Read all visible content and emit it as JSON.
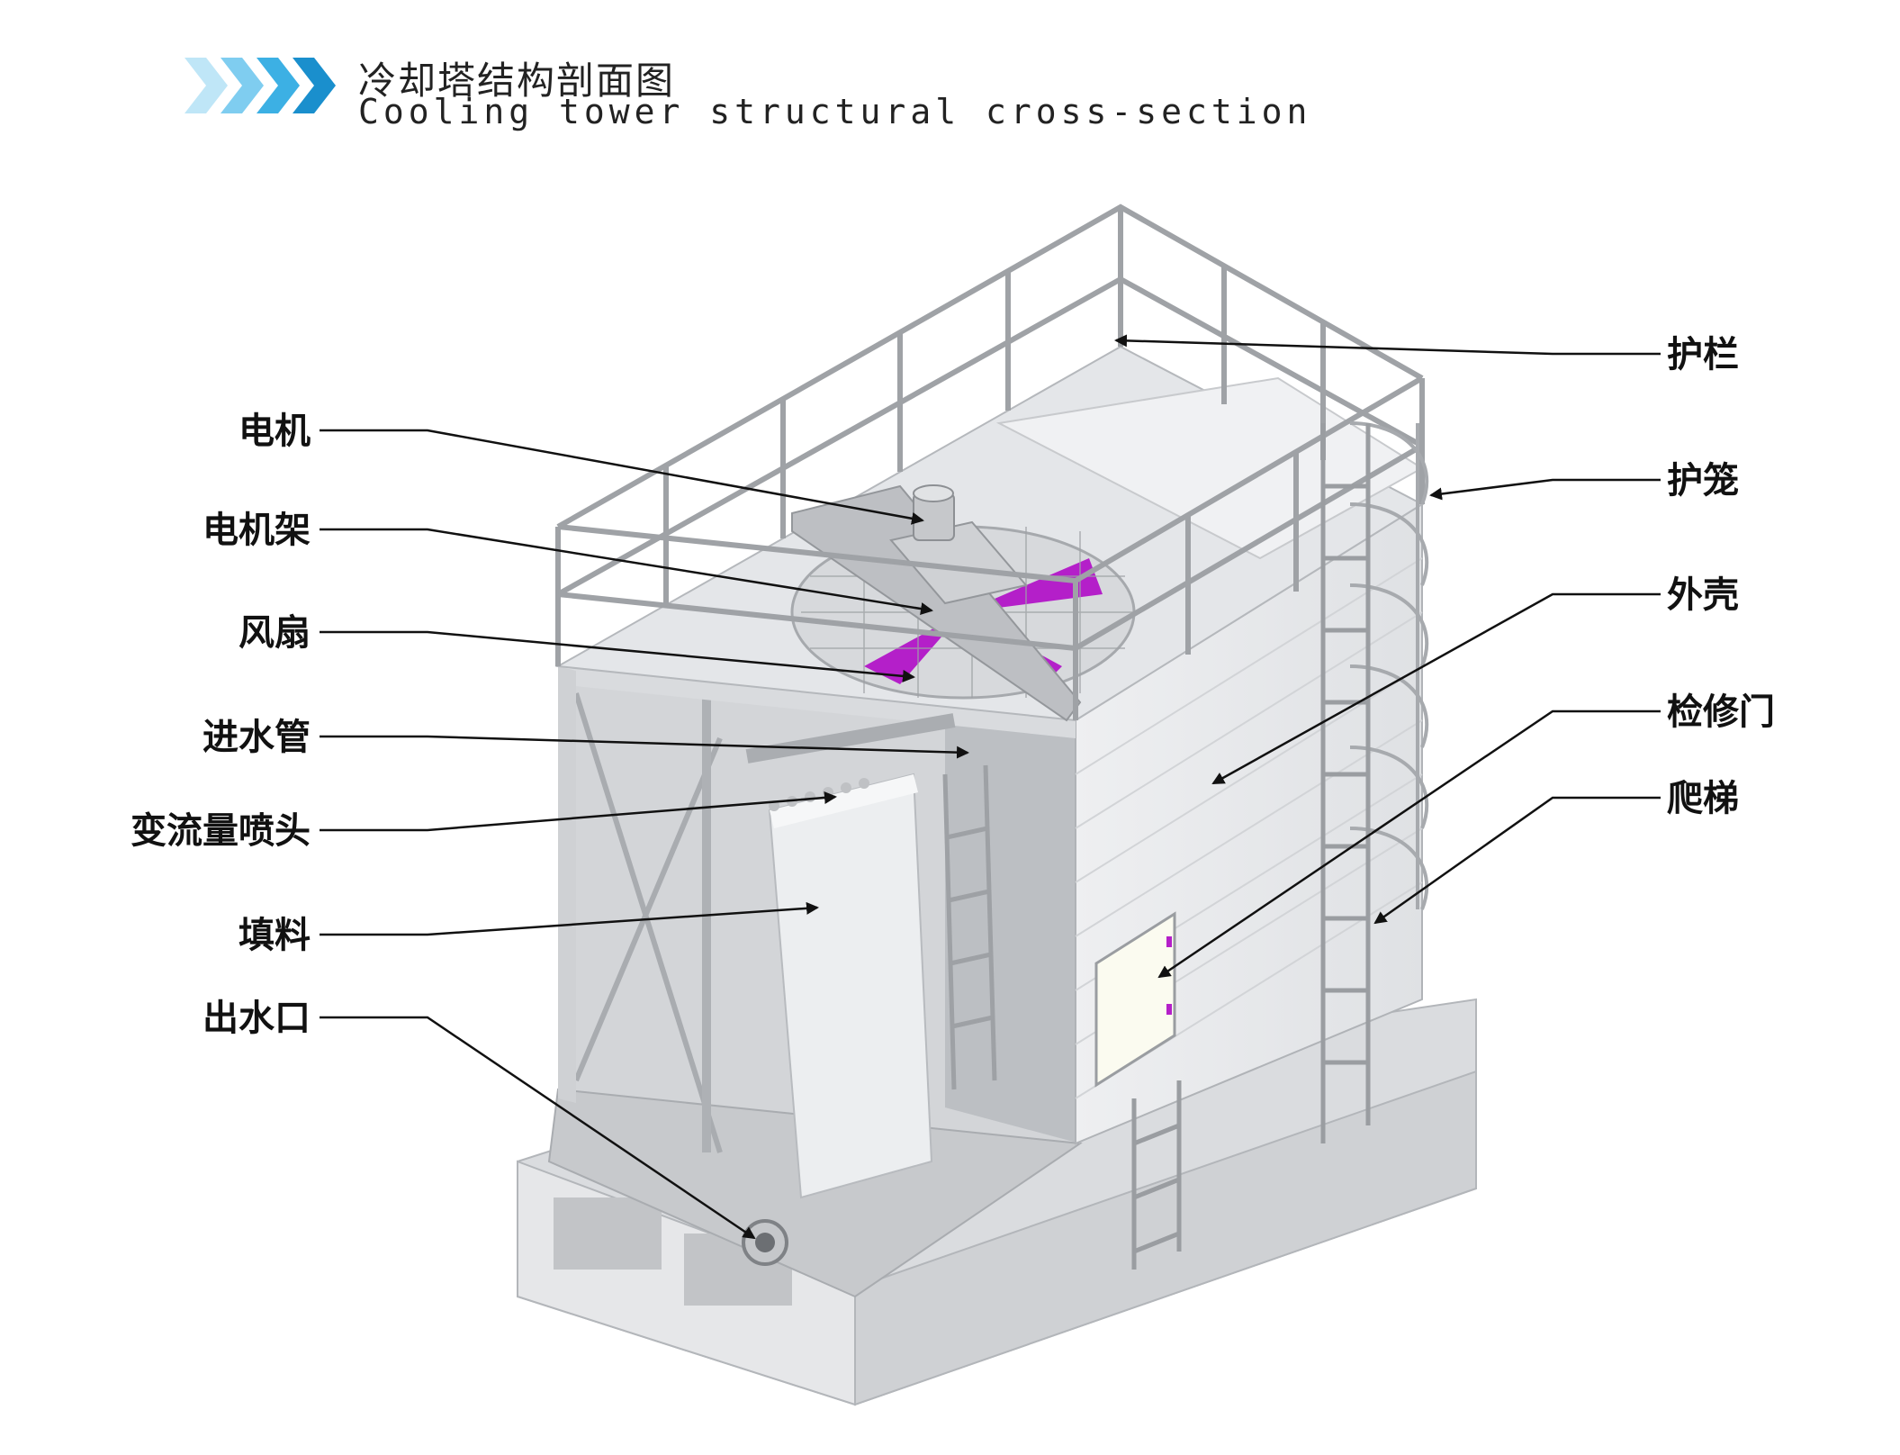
{
  "header": {
    "title_zh": "冷却塔结构剖面图",
    "title_en": "Cooling tower structural cross-section"
  },
  "labels": {
    "left": [
      "电机",
      "电机架",
      "风扇",
      "进水管",
      "变流量喷头",
      "填料",
      "出水口"
    ],
    "right": [
      "护栏",
      "护笼",
      "外壳",
      "检修门",
      "爬梯"
    ]
  },
  "colors": {
    "accent_blue": "#2aa3dc",
    "accent_light": "#8fd4f2",
    "fan_purple": "#b41fc9",
    "structure_grey": "#c9cbce"
  }
}
